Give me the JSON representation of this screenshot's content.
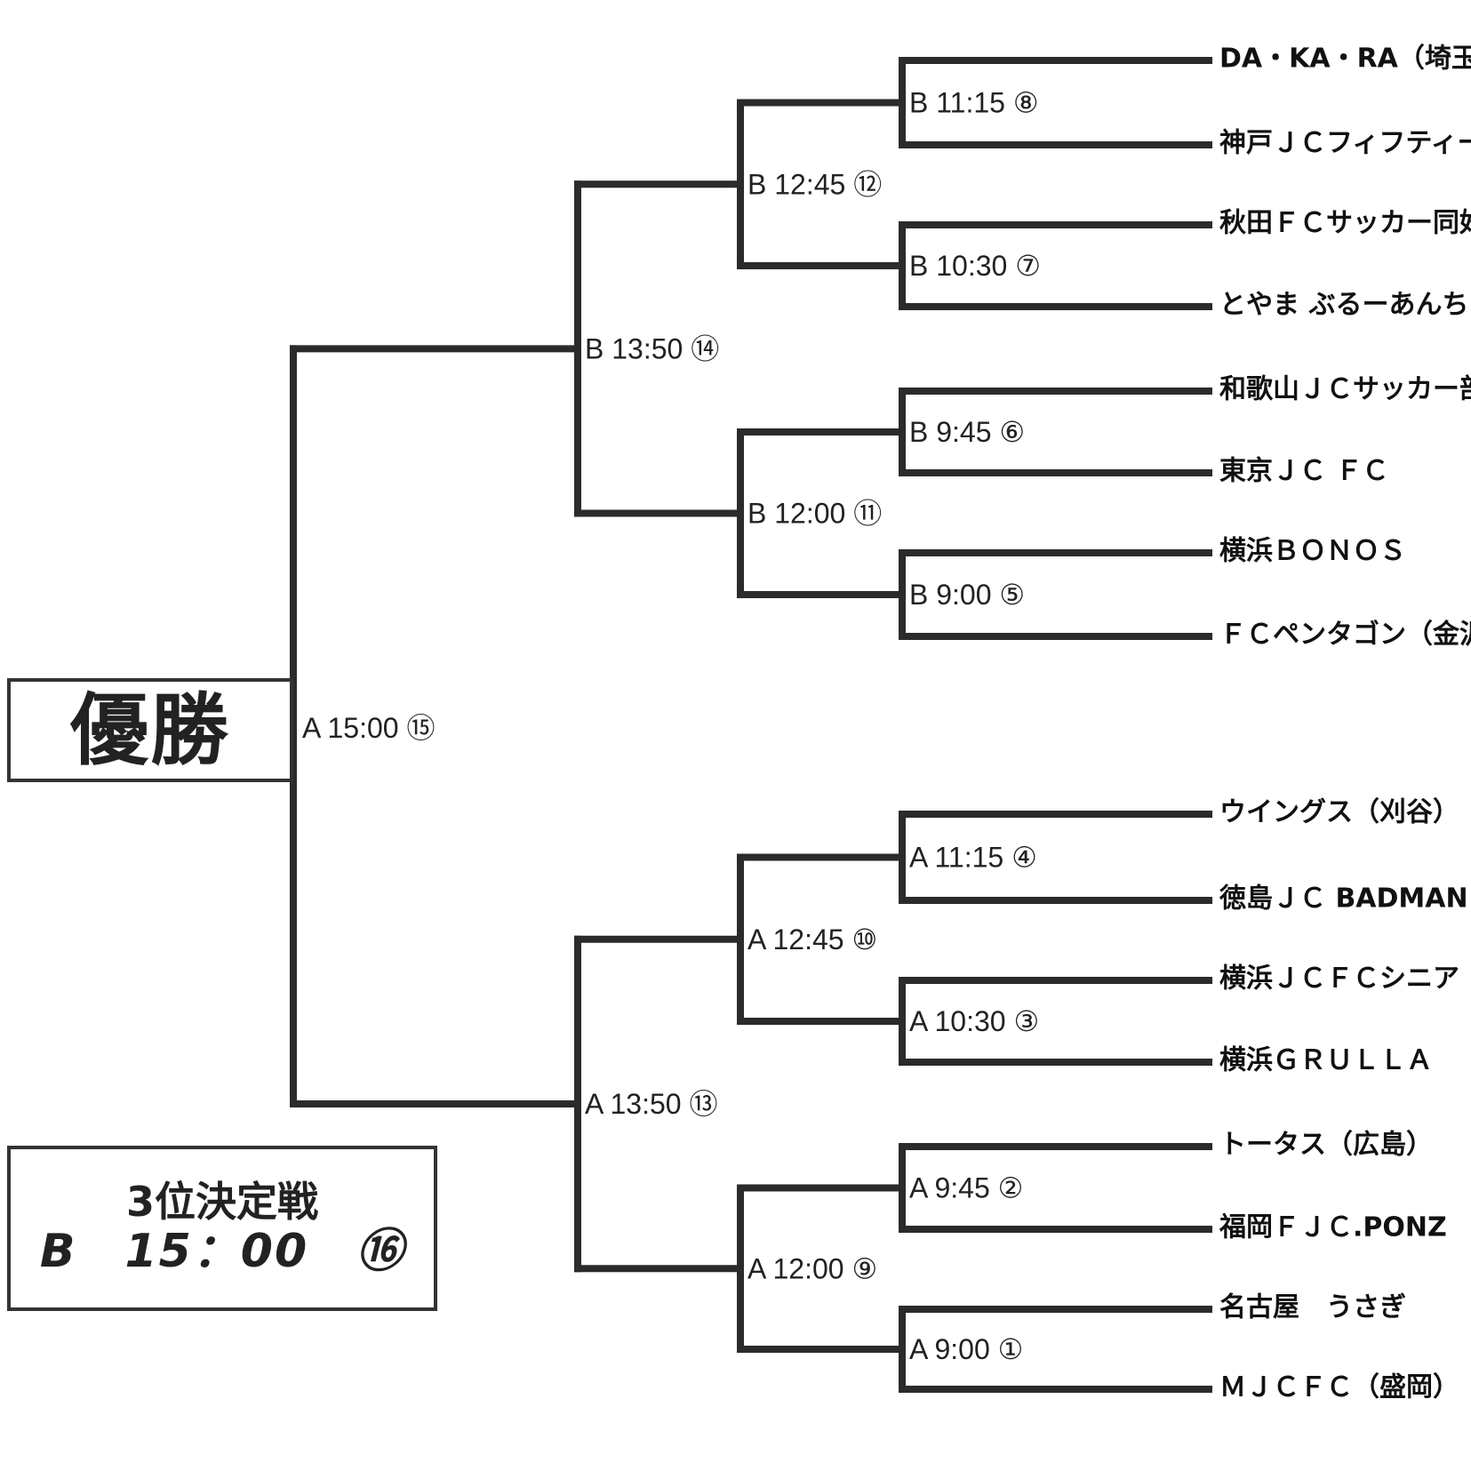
{
  "champion_label": "優勝",
  "third_place": {
    "title": "3位決定戦",
    "match": "B　15：00　⑯"
  },
  "teams": [
    "DA・KA・RA（埼玉）",
    "神戸ＪＣフィフティーズB",
    "秋田ＦＣサッカー同好会",
    "とやま ぶるーあんちゃんず",
    "和歌山ＪＣサッカー部",
    "東京ＪＣ ＦＣ",
    "横浜ＢＯＮＯＳ",
    "ＦＣペンタゴン（金沢）",
    "ウイングス（刈谷）",
    "徳島ＪＣ BADMAN",
    "横浜ＪＣＦＣシニア",
    "横浜ＧＲＵＬＬＡ",
    "トータス（広島）",
    "福岡ＦＪＣ.PONZ",
    "名古屋　うさぎ",
    "ＭＪＣＦＣ（盛岡）"
  ],
  "round1": [
    {
      "court": "B",
      "time": "11:15",
      "no": "⑧"
    },
    {
      "court": "B",
      "time": "10:30",
      "no": "⑦"
    },
    {
      "court": "B",
      "time": "9:45",
      "no": "⑥"
    },
    {
      "court": "B",
      "time": "9:00",
      "no": "⑤"
    },
    {
      "court": "A",
      "time": "11:15",
      "no": "④"
    },
    {
      "court": "A",
      "time": "10:30",
      "no": "③"
    },
    {
      "court": "A",
      "time": "9:45",
      "no": "②"
    },
    {
      "court": "A",
      "time": "9:00",
      "no": "①"
    }
  ],
  "round2": [
    {
      "court": "B",
      "time": "12:45",
      "no": "⑫"
    },
    {
      "court": "B",
      "time": "12:00",
      "no": "⑪"
    },
    {
      "court": "A",
      "time": "12:45",
      "no": "⑩"
    },
    {
      "court": "A",
      "time": "12:00",
      "no": "⑨"
    }
  ],
  "semifinals": [
    {
      "court": "B",
      "time": "13:50",
      "no": "⑭"
    },
    {
      "court": "A",
      "time": "13:50",
      "no": "⑬"
    }
  ],
  "final": {
    "court": "A",
    "time": "15:00",
    "no": "⑮"
  }
}
